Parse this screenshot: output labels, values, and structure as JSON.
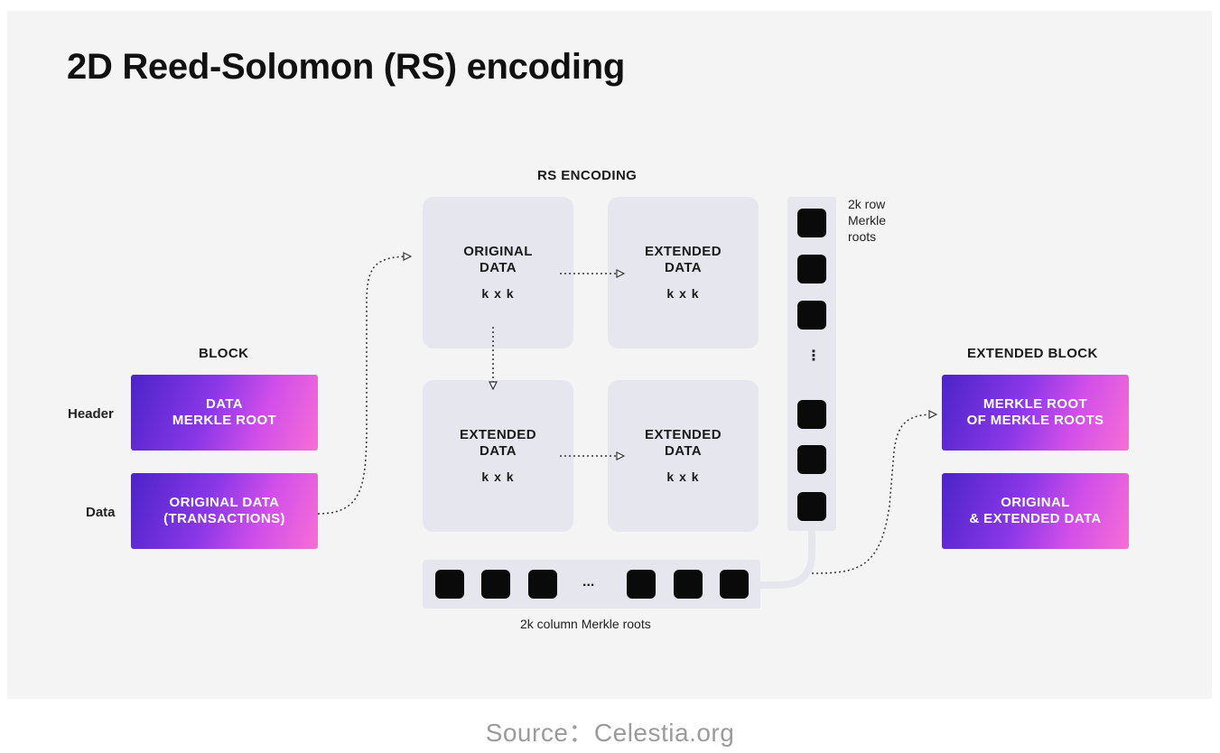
{
  "title": "2D Reed-Solomon (RS) encoding",
  "block": {
    "heading": "BLOCK",
    "header_label": "Header",
    "data_label": "Data",
    "header_box": [
      "DATA",
      "MERKLE ROOT"
    ],
    "data_box": [
      "ORIGINAL DATA",
      "(TRANSACTIONS)"
    ]
  },
  "rs": {
    "heading": "RS ENCODING",
    "q_tl": [
      "ORIGINAL",
      "DATA"
    ],
    "q_tr": [
      "EXTENDED",
      "DATA"
    ],
    "q_bl": [
      "EXTENDED",
      "DATA"
    ],
    "q_br": [
      "EXTENDED",
      "DATA"
    ],
    "dim": "k x k"
  },
  "row_roots_label": [
    "2k row",
    "Merkle",
    "roots"
  ],
  "column_roots_label": "2k column Merkle roots",
  "ellipsis_v": "⋮",
  "ellipsis_h": "...",
  "extended_block": {
    "heading": "EXTENDED BLOCK",
    "root_box": [
      "MERKLE ROOT",
      "OF MERKLE ROOTS"
    ],
    "data_box": [
      "ORIGINAL",
      "& EXTENDED DATA"
    ]
  },
  "source": "Source：Celestia.org"
}
